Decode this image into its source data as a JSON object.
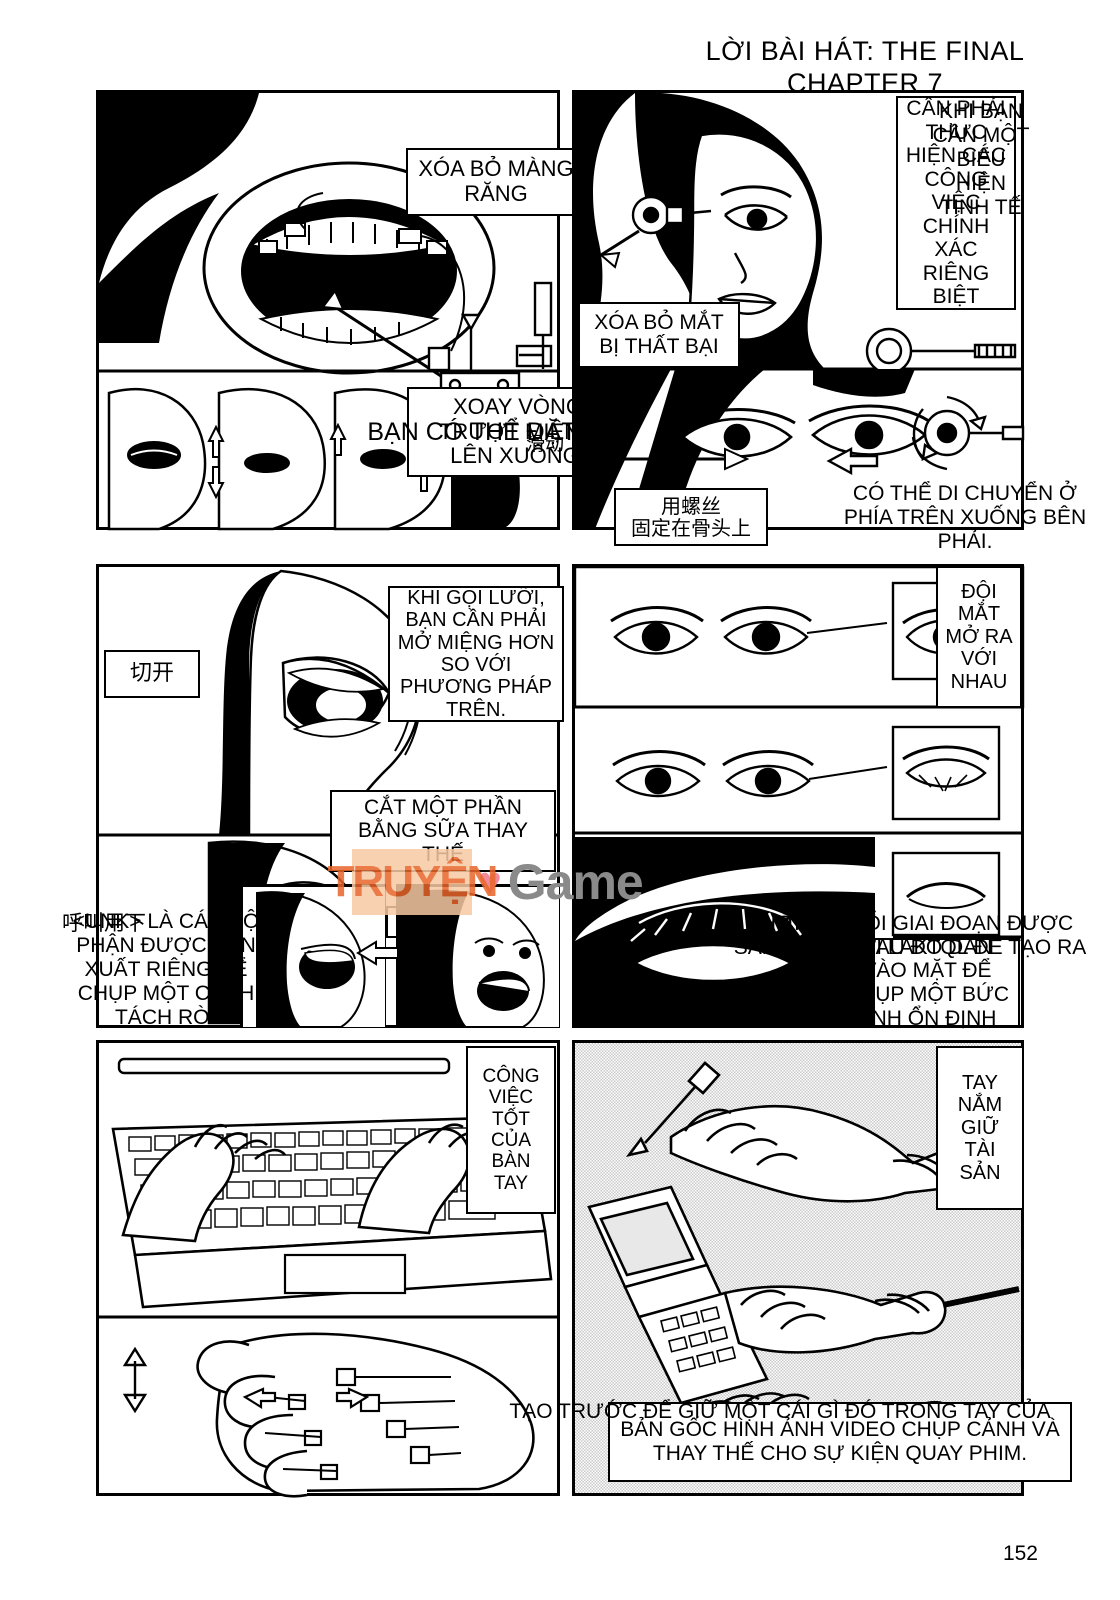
{
  "header": {
    "title_line1": "LỜI BÀI HÁT: THE FINAL",
    "title_line2": "CHAPTER 7"
  },
  "page_number": "152",
  "watermark": {
    "left": "TRUYỆN",
    "heart": "♥",
    "right": "Game"
  },
  "panels": {
    "p1": {
      "name": "mouth-apparatus-panel",
      "captions": [
        {
          "id": "remove-tooth-membrane",
          "text": "XÓA BỎ MÀNG RĂNG"
        },
        {
          "id": "rotate-slide-mouth",
          "text": "XOAY VÒNG TRƯỢT MIỆNG LÊN XUỐNG."
        },
        {
          "id": "you-can-place",
          "text": "BẠN CÓ THỂ ĐẶT"
        }
      ]
    },
    "p2": {
      "name": "eye-apparatus-panel",
      "captions": [
        {
          "id": "remove-failed-eye",
          "text": "XÓA BỎ MẮT BỊ THẤT BẠI"
        },
        {
          "id": "screw-to-bone-cn",
          "text": "用螺丝\n固定在骨头上"
        },
        {
          "id": "can-move-upper-right",
          "text": "CÓ THỂ DI CHUYỂN Ở PHÍA TRÊN XUỐNG BÊN PHẢI."
        },
        {
          "id": "need-separate-precise",
          "text": "CẦN PHẢI THỰC HIỆN CÁC CÔNG VIỆC CHÍNH XÁC RIÊNG BIỆT"
        },
        {
          "id": "when-you-need-subtle",
          "text": "KHI BẠN CẦN MỘT BIỂU HIỆN TINH TẾ"
        }
      ]
    },
    "p3": {
      "name": "tongue-panel",
      "captions": [
        {
          "id": "cut-open-cn",
          "text": "切开"
        },
        {
          "id": "tongue-open-mouth-more",
          "text": "KHI GỌI LƯỠI, BẠN CẦN PHẢI MỞ MIỆNG HƠN SO VỚI PHƯƠNG PHÁP TRÊN."
        },
        {
          "id": "cut-part-milk-replace",
          "text": "CẮT MỘT PHẦN BẰNG SỮA THAY THẾ"
        },
        {
          "id": "call-use-below-cn",
          "text": "呼叫用下"
        },
        {
          "id": "unk-parts-produced",
          "text": "<UNK> LÀ CÁC BỘ PHẬN ĐƯỢC SẢN XUẤT RIÊNG ĐỂ CHỤP MỘT CÁCH TÁCH RỜI"
        }
      ]
    },
    "p4": {
      "name": "eyes-open-panel",
      "captions": [
        {
          "id": "pair-of-eyes-open",
          "text": "ĐỘI MẮT MỞ RA VỚI NHAU"
        },
        {
          "id": "start-open-each-stage",
          "text": "KHỞI MỞ MỖI GIAI ĐOẠN ĐƯỢC SẢN XUẤT BỞI LAKTQL ĐỂ TẠO RA"
        },
        {
          "id": "then-stick-onto-face",
          "text": "SAU ĐÓ DÁN VÀO MẶT ĐỂ CHỤP MỘT BỨC ẢNH ỔN ĐỊNH"
        }
      ]
    },
    "p5": {
      "name": "keyboard-hands-panel",
      "captions": [
        {
          "id": "good-work-of-hand",
          "text": "CÔNG VIỆC TỐT CỦA BÀN TAY"
        }
      ]
    },
    "p6": {
      "name": "holding-objects-panel",
      "captions": [
        {
          "id": "hand-holds-property",
          "text": "TAY NẮM GIỮ TÀI SẢN"
        },
        {
          "id": "made-in-advance",
          "text": "TẠO TRƯỚC ĐỂ GIỮ MỘT CÁI GÌ ĐÓ TRONG TAY CỦA"
        },
        {
          "id": "original-video-footage",
          "text": "BẢN GỐC HÌNH ẢNH VIDEO CHỤP CẢNH VÀ THAY THẾ CHO SỰ KIỆN QUAY PHIM."
        }
      ]
    }
  },
  "colors": {
    "ink": "#000000",
    "paper": "#ffffff",
    "watermark_orange": "#e8662a",
    "watermark_peach": "#f7c9a4",
    "watermark_grey": "#8a8a8a",
    "watermark_pink": "#f08a9b"
  }
}
